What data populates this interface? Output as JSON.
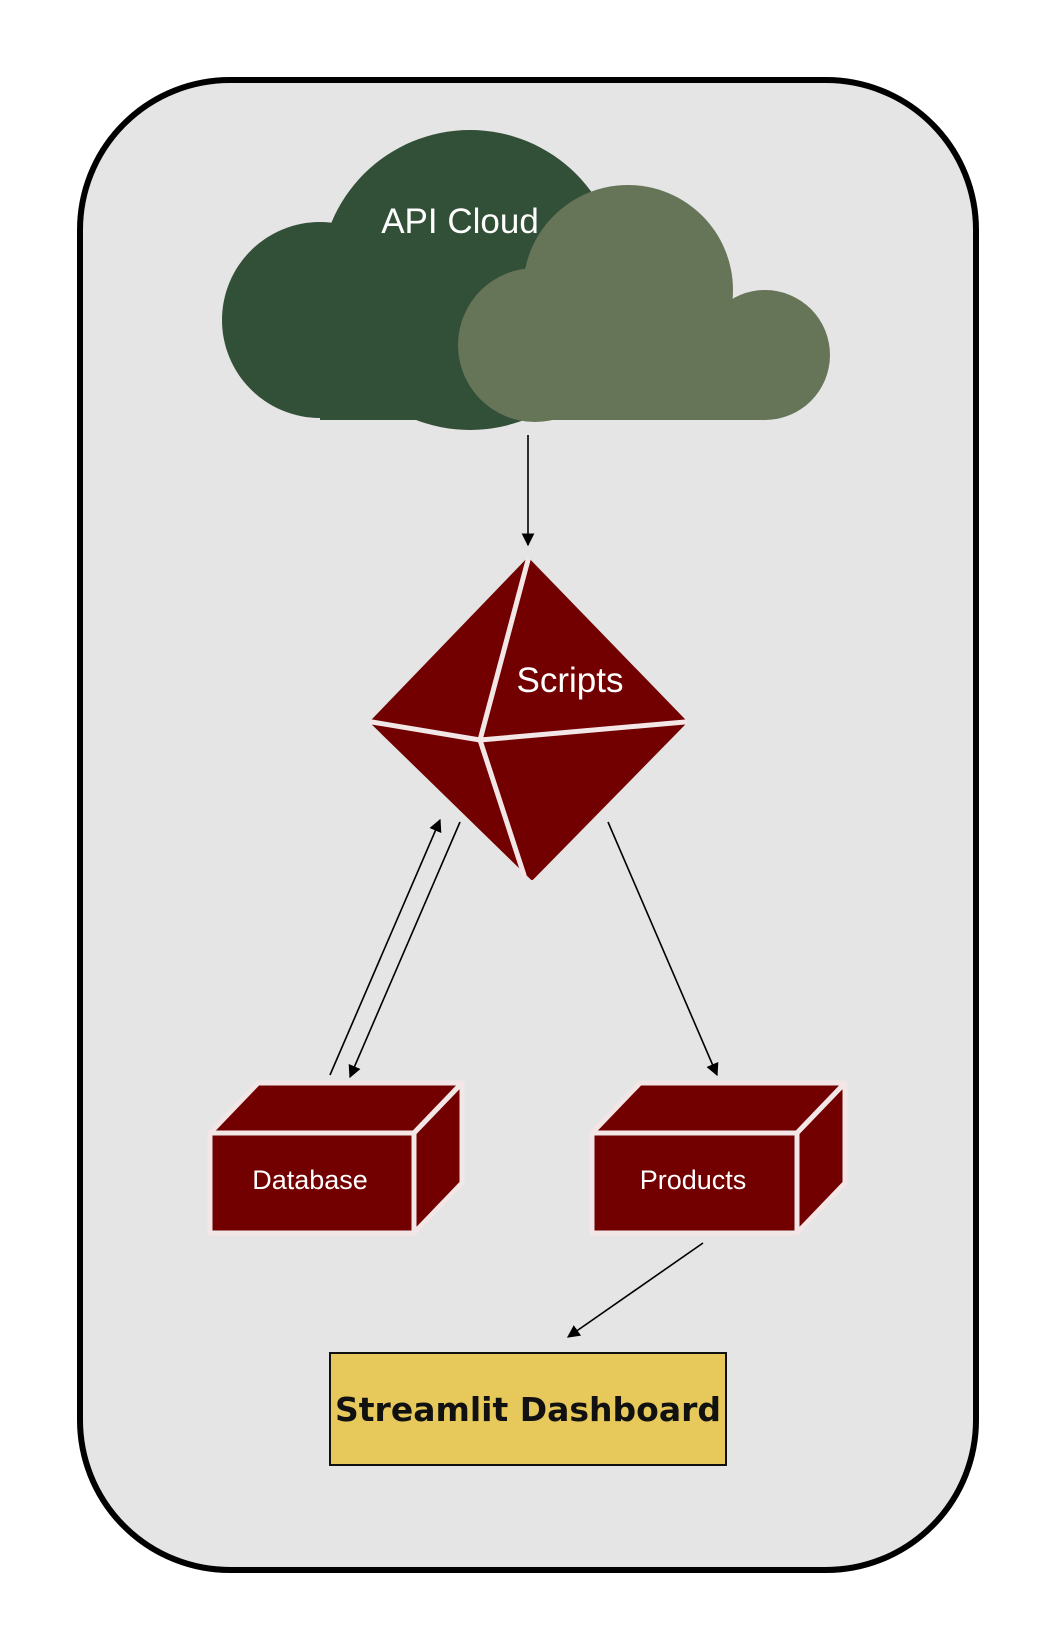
{
  "diagram": {
    "nodes": {
      "cloud": {
        "label": "API Cloud",
        "colors": {
          "dark": "#324f38",
          "light": "#667558"
        }
      },
      "scripts": {
        "label": "Scripts",
        "color": "#730000"
      },
      "database": {
        "label": "Database",
        "color": "#730000"
      },
      "products": {
        "label": "Products",
        "color": "#730000"
      },
      "dashboard": {
        "label": "Streamlit Dashboard",
        "color": "#e6c95a"
      }
    },
    "container": {
      "fill": "#e5e5e5",
      "stroke": "#000000"
    },
    "edges": [
      {
        "from": "API Cloud",
        "to": "Scripts"
      },
      {
        "from": "Scripts",
        "to": "Database"
      },
      {
        "from": "Database",
        "to": "Scripts"
      },
      {
        "from": "Scripts",
        "to": "Products"
      },
      {
        "from": "Products",
        "to": "Streamlit Dashboard"
      }
    ]
  }
}
